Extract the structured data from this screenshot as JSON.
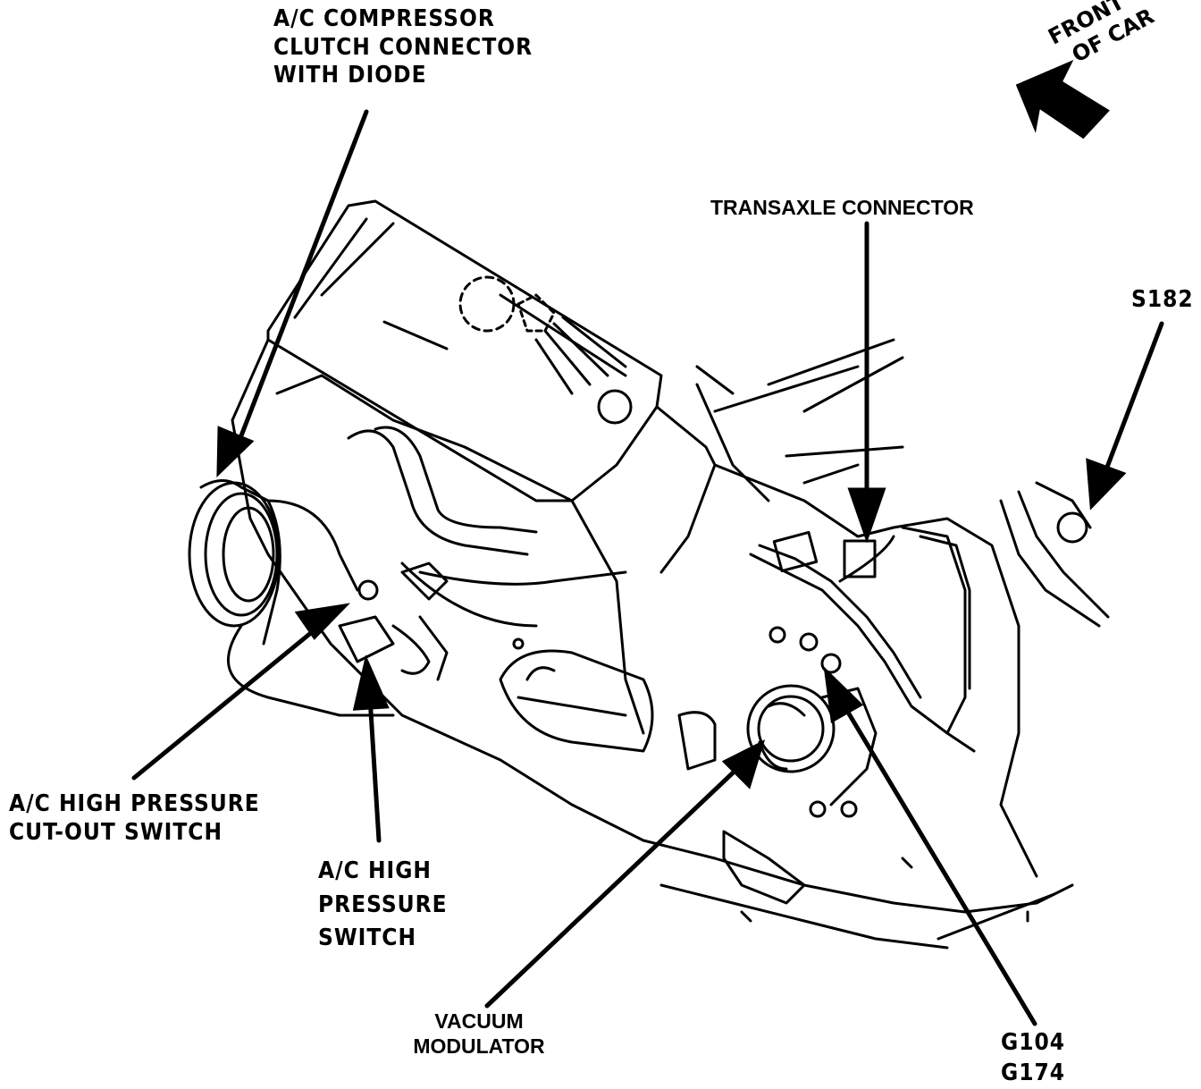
{
  "labels": {
    "ac_compressor_clutch": [
      "A/C COMPRESSOR",
      "CLUTCH CONNECTOR",
      "WITH DIODE"
    ],
    "front_of_car": [
      "FRONT",
      "OF CAR"
    ],
    "transaxle_connector": "TRANSAXLE CONNECTOR",
    "s182": "S182",
    "ac_high_pressure_cutout": [
      "A/C HIGH PRESSURE",
      "CUT-OUT SWITCH"
    ],
    "ac_high_pressure_switch": [
      "A/C HIGH",
      "PRESSURE",
      "SWITCH"
    ],
    "vacuum_modulator": [
      "VACUUM",
      "MODULATOR"
    ],
    "ground": [
      "G104",
      "G174"
    ]
  }
}
